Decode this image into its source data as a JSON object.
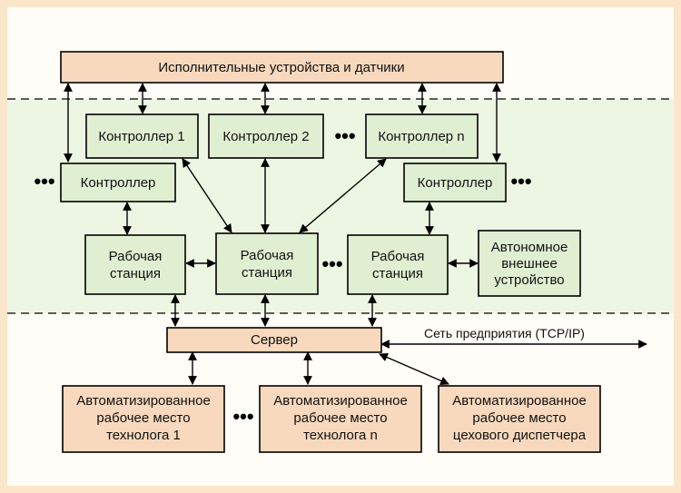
{
  "diagram": {
    "colors": {
      "outer_bg": "#fbe6cc",
      "inner_bg": "#fffdf7",
      "control_band": "#edf5e3",
      "device_fill": "#f8d9be",
      "controller_fill": "#e0efd2",
      "line": "#000000"
    },
    "devices_label": "Исполнительные устройства и датчики",
    "controllers": {
      "c1": "Контроллер 1",
      "c2": "Контроллер 2",
      "cn": "Контроллер n",
      "left": "Контроллер",
      "right": "Контроллер"
    },
    "workstations": {
      "ws1": [
        "Рабочая",
        "станция"
      ],
      "ws2": [
        "Рабочая",
        "станция"
      ],
      "ws3": [
        "Рабочая",
        "станция"
      ]
    },
    "autonomous": [
      "Автономное",
      "внешнее",
      "устройство"
    ],
    "server_label": "Сервер",
    "network_label": "Сеть предприятия (TCP/IP)",
    "arm": {
      "a1": [
        "Автоматизированное",
        "рабочее место",
        "технолога 1"
      ],
      "an": [
        "Автоматизированное",
        "рабочее место",
        "технолога n"
      ],
      "disp": [
        "Автоматизированное",
        "рабочее место",
        "цехового диспетчера"
      ]
    },
    "ellipsis": "•••"
  }
}
